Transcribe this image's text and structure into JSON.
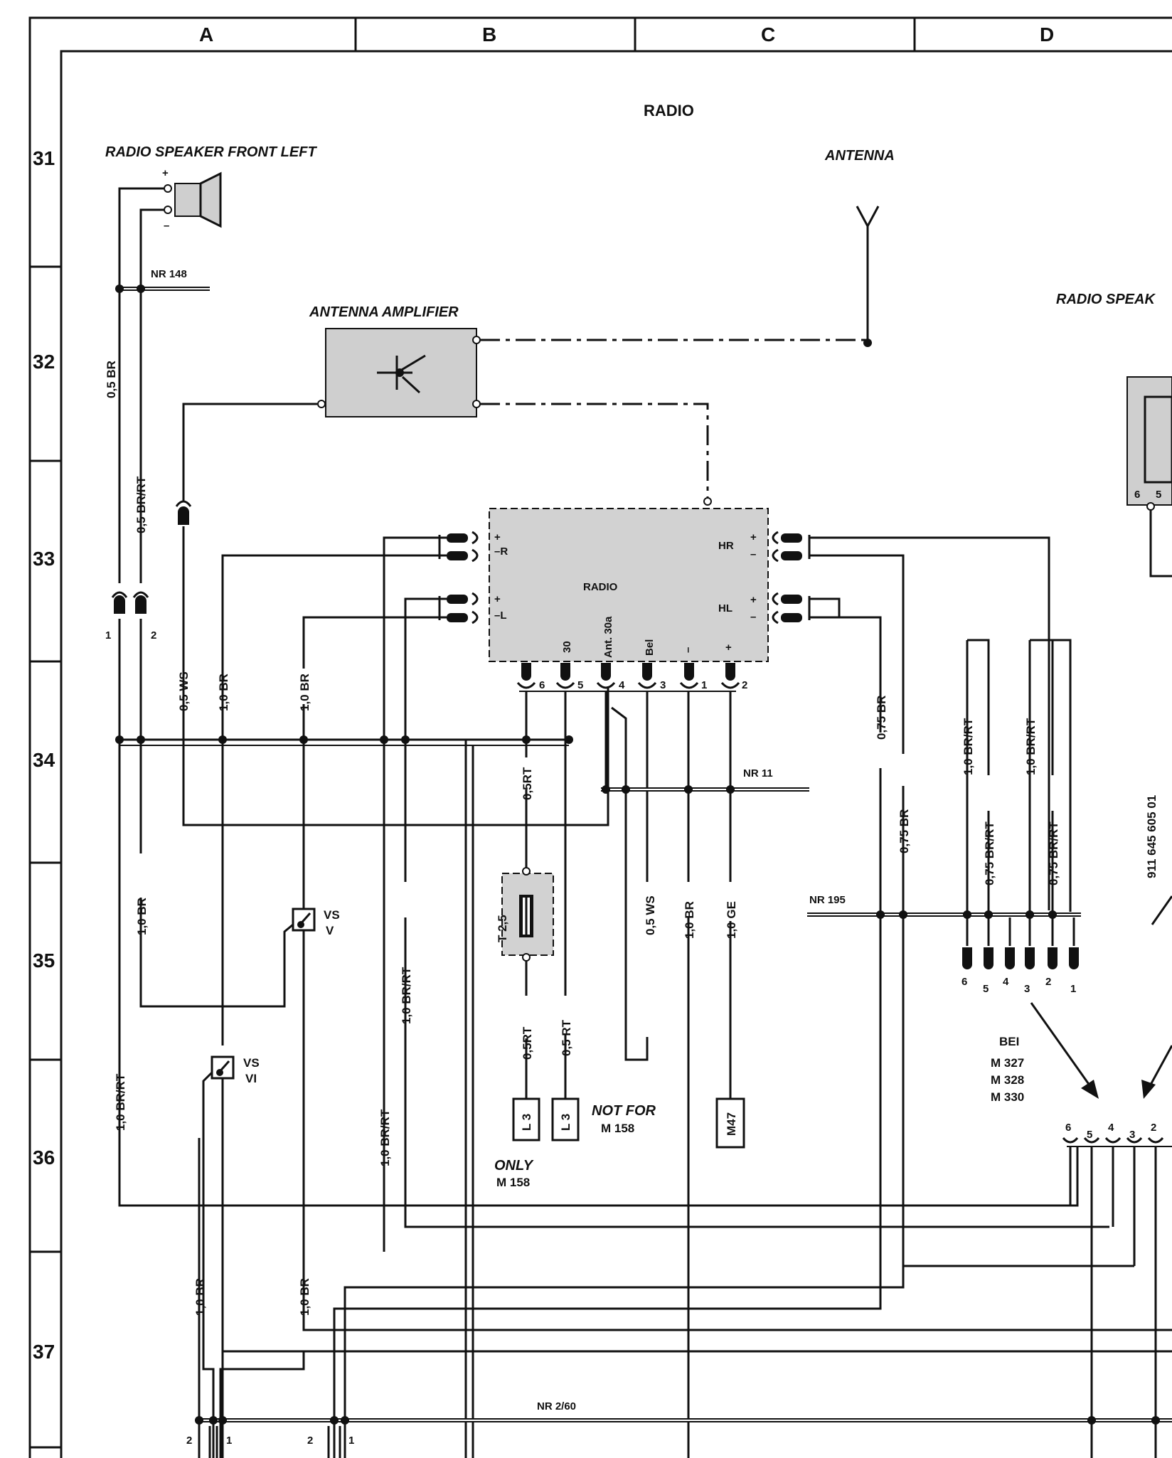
{
  "diagram": {
    "title": "RADIO",
    "grid_columns": [
      "A",
      "B",
      "C",
      "D"
    ],
    "grid_rows": [
      "31",
      "32",
      "33",
      "34",
      "35",
      "36",
      "37"
    ],
    "components": {
      "speaker_front_left": {
        "label": "RADIO SPEAKER FRONT LEFT",
        "plus": "+",
        "minus": "–"
      },
      "antenna": {
        "label": "ANTENNA"
      },
      "antenna_amplifier": {
        "label": "ANTENNA AMPLIFIER"
      },
      "speaker_right": {
        "label": "RADIO SPEAK",
        "pins": [
          "6",
          "5"
        ]
      },
      "radio": {
        "label": "RADIO",
        "left_pins": [
          "+",
          "–R",
          "+",
          "–L"
        ],
        "right_pins": [
          "HR",
          "+",
          "–",
          "HL",
          "+",
          "–"
        ],
        "bottom_labels": [
          "30",
          "Ant. 30a",
          "Bel",
          "–",
          "+"
        ],
        "plug_pins": [
          "6",
          "5",
          "4",
          "3",
          "1",
          "2"
        ]
      },
      "fuse": {
        "label": "T 2,5"
      },
      "vs_v": {
        "label1": "VS",
        "label2": "V"
      },
      "vs_vi": {
        "label1": "VS",
        "label2": "VI"
      },
      "l3_only": {
        "label": "L 3",
        "note1": "ONLY",
        "note2": "M 158"
      },
      "l3_not": {
        "label": "L 3",
        "note1": "NOT FOR",
        "note2": "M 158"
      },
      "m47": {
        "label": "M47"
      }
    },
    "connectors": {
      "nr148": "NR 148",
      "nr11": "NR 11",
      "nr195": "NR 195",
      "nr260": "NR 2/60",
      "plug_left": [
        "1",
        "2"
      ],
      "plug6": [
        "6",
        "5",
        "4",
        "3",
        "2",
        "1"
      ],
      "plug_bottom": [
        "6",
        "5",
        "4",
        "3",
        "2"
      ],
      "bottom_left_pins": [
        "2",
        "1",
        "2",
        "1"
      ]
    },
    "wires": {
      "w_05br": "0,5 BR",
      "w_05brrt": "0,5 BR/RT",
      "w_05ws": "0,5 WS",
      "w_10br_a": "1,0 BR",
      "w_10br_b": "1,0 BR",
      "w_10br_c": "1,0 BR",
      "w_10brrt_a": "1,0 BR/RT",
      "w_10brrt_b": "1,0 BR/RT",
      "w_10brrt_c": "1,0 BR/RT",
      "w_10brrt_d": "1,0 BR/RT",
      "w_10brrt_e": "1,0 BR/RT",
      "w_05rt_a": "0,5RT",
      "w_05rt_b": "0,5RT",
      "w_05rt_c": "0,5 RT",
      "w_05ws_b": "0,5 WS",
      "w_10br_d": "1,0 BR",
      "w_10ge": "1,0 GE",
      "w_075br_a": "0,75 BR",
      "w_075br_b": "0,75 BR",
      "w_075brrt_a": "0,75 BR/RT",
      "w_075brrt_b": "0,75 BR/RT",
      "w_10br_e": "1,0 BR",
      "w_10br_f": "1,0 BR"
    },
    "notes": {
      "part_number": "911 645 605 01",
      "bei": "BEI",
      "models": [
        "M 327",
        "M 328",
        "M 330"
      ]
    }
  }
}
